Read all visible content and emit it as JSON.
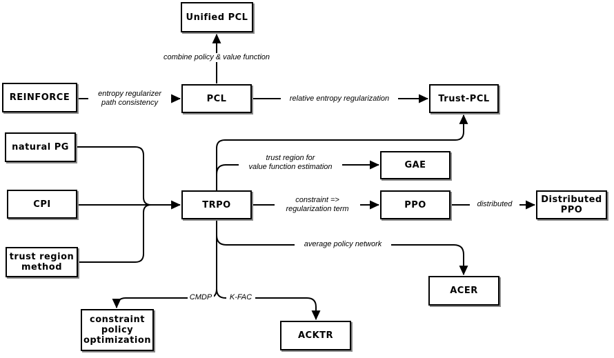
{
  "colors": {
    "background": "#ffffff",
    "line": "#000000",
    "box_border": "#000000",
    "box_bg": "#ffffff",
    "box_shadow": "#8a8a8a",
    "text": "#000000"
  },
  "diagram": {
    "nodes": {
      "reinforce": "REINFORCE",
      "pcl": "PCL",
      "unified_pcl": "Unified PCL",
      "trust_pcl": "Trust-PCL",
      "natural_pg": "natural PG",
      "cpi": "CPI",
      "trust_region_method": "trust region method",
      "trpo": "TRPO",
      "gae": "GAE",
      "ppo": "PPO",
      "distributed_ppo": "Distributed PPO",
      "acer": "ACER",
      "acktr": "ACKTR",
      "constraint_policy_optimization": "constraint policy optimization"
    },
    "edge_labels": {
      "entropy": [
        "entropy regularizer",
        "path consistency"
      ],
      "combine": [
        "combine policy & value function"
      ],
      "relative": [
        "relative entropy regularization"
      ],
      "trust_region": [
        "trust region for",
        "value function estimation"
      ],
      "constraint": [
        "constraint =>",
        "regularization term"
      ],
      "distributed": [
        "distributed"
      ],
      "average": [
        "average policy network"
      ],
      "cmdp": [
        "CMDP"
      ],
      "kfac": [
        "K-FAC"
      ]
    }
  }
}
